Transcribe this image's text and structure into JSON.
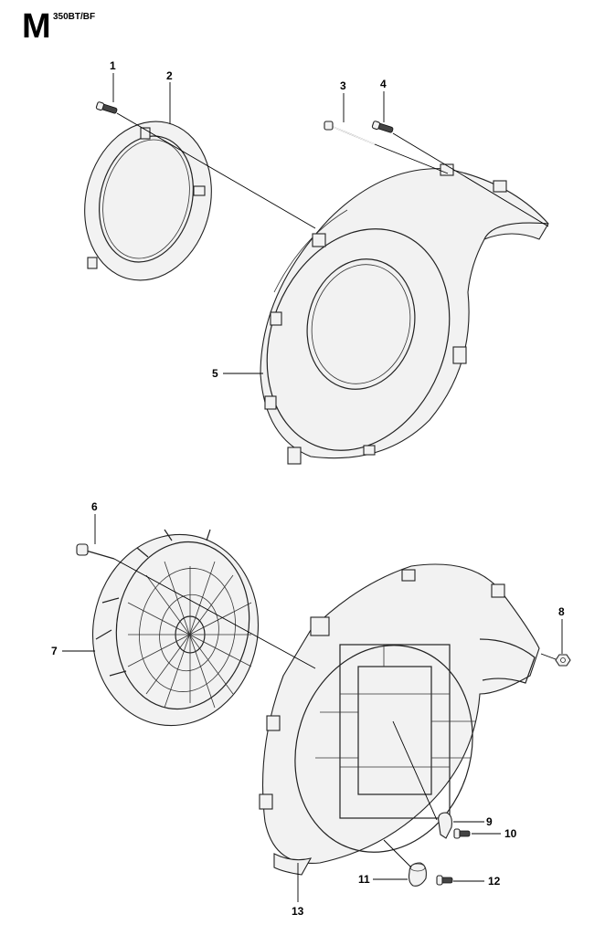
{
  "header": {
    "section_letter": "M",
    "model": "350BT/BF"
  },
  "callouts": [
    "1",
    "2",
    "3",
    "4",
    "5",
    "6",
    "7",
    "8",
    "9",
    "10",
    "11",
    "12",
    "13"
  ],
  "icons": {
    "screw": "screw-icon",
    "ring": "adapter-ring-icon",
    "bolt": "long-bolt-icon",
    "fan_cover": "fan-housing-cover-icon",
    "fan": "fan-wheel-icon",
    "housing": "fan-housing-icon",
    "nut": "nut-icon",
    "clamp": "hose-clamp-icon"
  }
}
